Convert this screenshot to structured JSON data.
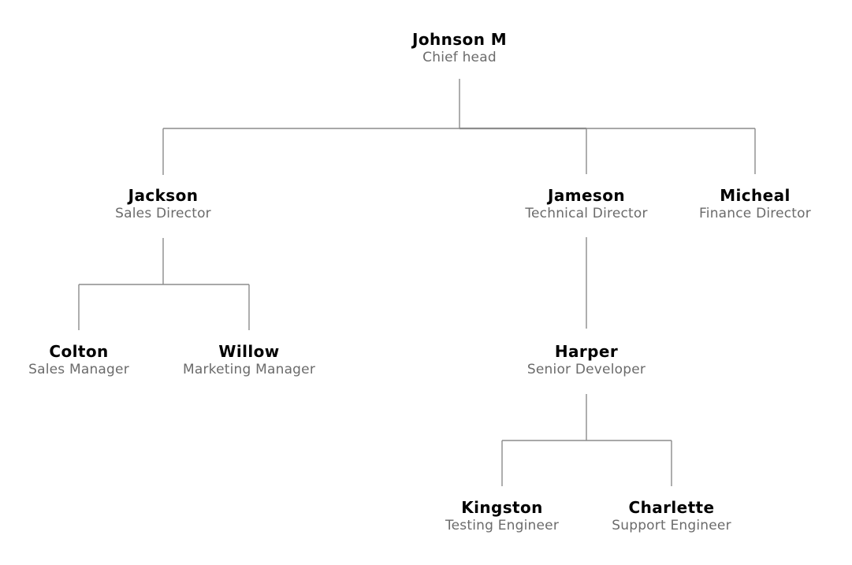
{
  "chart": {
    "type": "org-chart",
    "colors": {
      "name_text": "#000000",
      "title_text": "#6b6b6b",
      "connector_line": "#8c8c8c",
      "background": "#ffffff"
    },
    "nodes": [
      {
        "id": "johnson-m",
        "name": "Johnson M",
        "title": "Chief head",
        "parent": null
      },
      {
        "id": "jackson",
        "name": "Jackson",
        "title": "Sales Director",
        "parent": "johnson-m"
      },
      {
        "id": "jameson",
        "name": "Jameson",
        "title": "Technical Director",
        "parent": "johnson-m"
      },
      {
        "id": "micheal",
        "name": "Micheal",
        "title": "Finance Director",
        "parent": "johnson-m"
      },
      {
        "id": "colton",
        "name": "Colton",
        "title": "Sales Manager",
        "parent": "jackson"
      },
      {
        "id": "willow",
        "name": "Willow",
        "title": "Marketing Manager",
        "parent": "jackson"
      },
      {
        "id": "harper",
        "name": "Harper",
        "title": "Senior Developer",
        "parent": "jameson"
      },
      {
        "id": "kingston",
        "name": "Kingston",
        "title": "Testing Engineer",
        "parent": "harper"
      },
      {
        "id": "charlette",
        "name": "Charlette",
        "title": "Support Engineer",
        "parent": "harper"
      }
    ]
  }
}
